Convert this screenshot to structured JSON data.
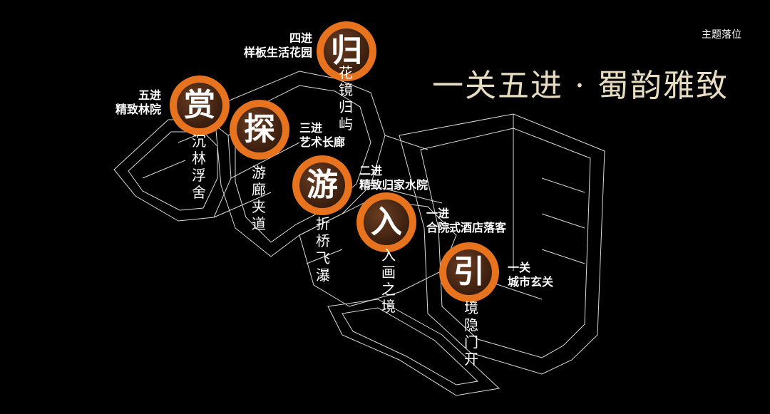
{
  "header": {
    "corner_label": "主题落位",
    "title": "一关五进 · 蜀韵雅致"
  },
  "colors": {
    "ring": "#e8731f",
    "title": "#e8dcc0",
    "background": "#000000",
    "lines": "#ffffff"
  },
  "nodes": [
    {
      "char": "归",
      "label_top": "四进",
      "label_bottom": "样板生活花园",
      "vertical": "花镜归屿"
    },
    {
      "char": "赏",
      "label_top": "五进",
      "label_bottom": "精致林院",
      "vertical": "沉林浮舍"
    },
    {
      "char": "探",
      "label_top": "三进",
      "label_bottom": "艺术长廊",
      "vertical": "游廊夹道"
    },
    {
      "char": "游",
      "label_top": "二进",
      "label_bottom": "精致归家水院",
      "vertical": "折桥飞瀑"
    },
    {
      "char": "入",
      "label_top": "一进",
      "label_bottom": "合院式酒店落客",
      "vertical": "入画之境"
    },
    {
      "char": "引",
      "label_top": "一关",
      "label_bottom": "城市玄关",
      "vertical": "境隐门开"
    }
  ]
}
